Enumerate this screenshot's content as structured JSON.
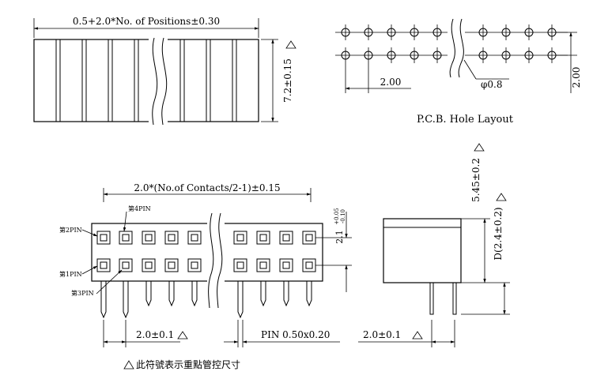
{
  "top_view": {
    "length_dim": "0.5+2.0*No. of Positions±0.30",
    "height_dim": "7.2±0.15"
  },
  "pcb_layout": {
    "pitch_x": "2.00",
    "pitch_y": "2.00",
    "hole_dia": "φ0.8",
    "title": "P.C.B.  Hole Layout"
  },
  "front_view": {
    "length_dim": "2.0*(No.of Contacts/2-1)±0.15",
    "label_pin2": "第2PIN",
    "label_pin4": "第4PIN",
    "label_pin1": "第1PIN",
    "label_pin3": "第3PIN",
    "row_pitch": "2.1",
    "row_pitch_tol_plus": "+0.05",
    "row_pitch_tol_minus": "-0.10",
    "pitch_dim": "2.0±0.1",
    "pin_dim": "PIN  0.50x0.20"
  },
  "side_view": {
    "height_dim": "5.45±0.2",
    "depth_dim": "D(2.4±0.2)",
    "pitch_dim": "2.0±0.1"
  },
  "legend": {
    "note": "此符號表示重點管控尺寸"
  }
}
